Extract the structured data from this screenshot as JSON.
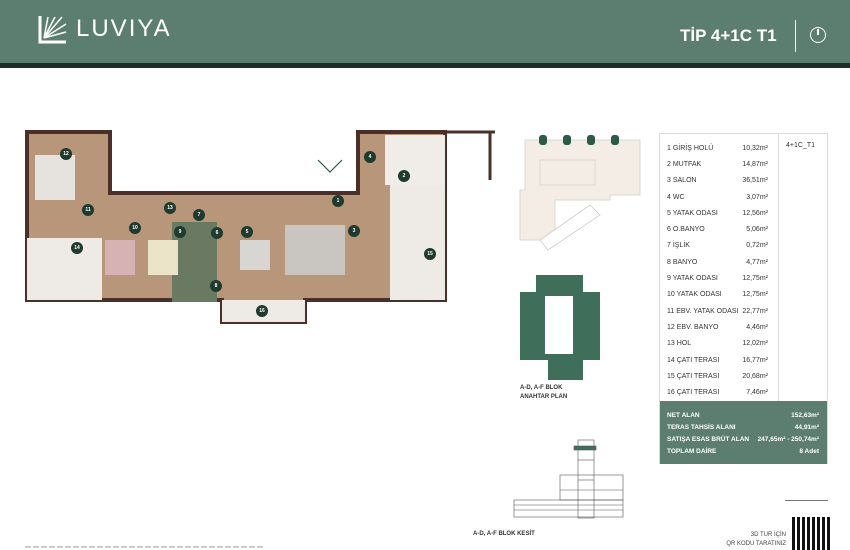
{
  "header": {
    "brand": "LUVIYA",
    "title": "TİP 4+1C T1",
    "compass_icon": "north-arrow-icon"
  },
  "rooms": [
    {
      "no": "1",
      "name": "1 GİRİŞ HOLÜ",
      "area": "10,32m²"
    },
    {
      "no": "2",
      "name": "2 MUTFAK",
      "area": "14,87m²"
    },
    {
      "no": "3",
      "name": "3 SALON",
      "area": "36,51m²"
    },
    {
      "no": "4",
      "name": "4 WC",
      "area": "3,07m²"
    },
    {
      "no": "5",
      "name": "5 YATAK ODASI",
      "area": "12,56m²"
    },
    {
      "no": "6",
      "name": "6 O.BANYO",
      "area": "5,06m²"
    },
    {
      "no": "7",
      "name": "7 İŞLİK",
      "area": "0,72m²"
    },
    {
      "no": "8",
      "name": "8 BANYO",
      "area": "4,77m²"
    },
    {
      "no": "9",
      "name": "9 YATAK ODASI",
      "area": "12,75m²"
    },
    {
      "no": "10",
      "name": "10 YATAK ODASI",
      "area": "12,75m²"
    },
    {
      "no": "11",
      "name": "11 EBV. YATAK ODASI",
      "area": "22,77m²"
    },
    {
      "no": "12",
      "name": "12 EBV. BANYO",
      "area": "4,46m²"
    },
    {
      "no": "13",
      "name": "13 HOL",
      "area": "12,02m²"
    },
    {
      "no": "14",
      "name": "14 ÇATI TERASI",
      "area": "16,77m²"
    },
    {
      "no": "15",
      "name": "15 ÇATI TERASI",
      "area": "20,68m²"
    },
    {
      "no": "16",
      "name": "16 ÇATI TERASI",
      "area": "7,46m²"
    }
  ],
  "unit_code": "4+1C_T1",
  "summary": [
    {
      "label": "NET ALAN",
      "value": "152,63m²"
    },
    {
      "label": "TERAS TAHSİS ALANI",
      "value": "44,91m²"
    },
    {
      "label": "SATIŞA ESAS BRÜT ALAN",
      "value": "247,65m² - 250,74m²"
    },
    {
      "label": "TOPLAM DAİRE",
      "value": "8 Adet"
    }
  ],
  "key_plan_caption_1": "A-D, A-F BLOK",
  "key_plan_caption_2": "ANAHTAR PLAN",
  "section_caption": "A-D, A-F BLOK KESİT",
  "qr_text_1": "3D TUR İÇİN",
  "qr_text_2": "QR KODU TARATINIZ",
  "colors": {
    "brand_green": "#5c7e70",
    "dark": "#1e2d27",
    "floor": "#b8967a",
    "wall": "#4a3028"
  }
}
